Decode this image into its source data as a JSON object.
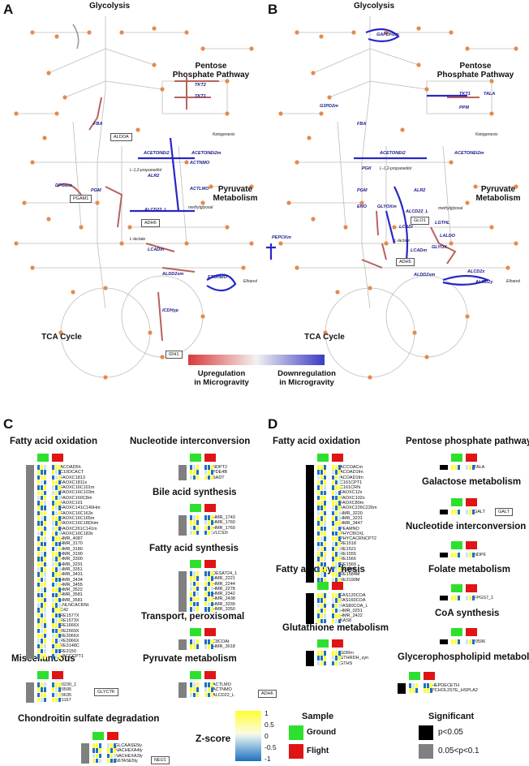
{
  "panels": {
    "A": {
      "letter": "A",
      "titles": {
        "glycolysis": "Glycolysis",
        "ppp": "Pentose\nPhosphate Pathway",
        "pyruvate": "Pyruvate\nMetabolism",
        "tca": "TCA Cycle"
      },
      "reactions": [
        "TKT2",
        "TKT1",
        "FBA",
        "ACETONEt2",
        "ACETONEt2m",
        "ACTNMO",
        "ALR2",
        "ACTLMO",
        "DPGase",
        "PGM",
        "ALCD22_L",
        "LCADm",
        "ALDD2xm",
        "FTOHMO",
        "ICDHyp"
      ],
      "gene_boxes": [
        "ALDOA",
        "PGAM1",
        "ADH6",
        "IDH1"
      ],
      "notes": [
        "Ketogenesis",
        "L-1,2-propanediol",
        "methylglyoxal",
        "L-lactate",
        "Ethanol"
      ],
      "legend": {
        "up": "Upregulation\nin Microgravity",
        "down": "Downregulation\nin Microgravity",
        "colors": {
          "up": "#d93a3a",
          "down": "#3b3bc4"
        }
      }
    },
    "B": {
      "letter": "B",
      "titles": {
        "glycolysis": "Glycolysis",
        "ppp": "Pentose\nPhosphate Pathway",
        "pyruvate": "Pyruvate\nMetabolism",
        "tca": "TCA Cycle"
      },
      "reactions": [
        "GAPD​H2m",
        "TKT1",
        "TALA",
        "PPM",
        "G3PD2m",
        "FBA",
        "ACETONEt2",
        "ACETONEt2m",
        "PGK",
        "ALR2",
        "PGM",
        "ENO",
        "GLYOXm",
        "ALCD22_L",
        "LGTHL",
        "LCADi",
        "LALDO",
        "GLYOX",
        "PEPCKm",
        "LCADm",
        "ALDD2xm",
        "ALCD2x",
        "ALCD2y"
      ],
      "gene_boxes": [
        "GLO1",
        "ADH5"
      ],
      "notes": [
        "Ketogenesis",
        "L-1,2-propanediol",
        "methylglyoxal",
        "L-lactate",
        "Ethanol"
      ]
    },
    "C": {
      "letter": "C",
      "sections": [
        {
          "title": "Fatty acid oxidation",
          "rows": [
            "ACOAD5h",
            "C10DCACT",
            "FAOXC1813",
            "FAOXC1811x",
            "FAOXC16C101m",
            "FAOXC16C103m",
            "FAOXC160C8m",
            "FAOXC101",
            "FAOXC141C140Hm",
            "FAOXC16C163x",
            "FAOXC16C165m",
            "FAOXC16C18DHm",
            "FAOXC261C141m",
            "FAOXC16C183x",
            "HMR_4087",
            "HMR_3170",
            "HMR_3180",
            "HMR_3190",
            "HMR_3300",
            "HMR_3291",
            "HMR_3351",
            "HMR_3431",
            "HMR_3434",
            "HMR_3455",
            "HMR_3522",
            "HMR_3581",
            "HMR_3581",
            "LNLNCACRNt",
            "C42",
            "RE1577X",
            "RE1573X",
            "RE1666X",
            "RE2669X",
            "RE3066X",
            "RE3066X",
            "RE3148C",
            "RE3150",
            "VACCCPT1"
          ]
        },
        {
          "title": "Nucleotide interconversion",
          "rows": [
            "NDPT2",
            "PDE4B",
            "SADT"
          ]
        },
        {
          "title": "Bile acid synthesis",
          "rows": [
            "HMR_1743",
            "HMR_1760",
            "HMR_1760",
            "VLCS2r"
          ]
        },
        {
          "title": "Fatty acid synthesis",
          "rows": [
            "DESAT24_1",
            "HMR_2221",
            "HMR_2244",
            "HMR_2278",
            "HMR_2342",
            "HMR_2438",
            "HMR_3339",
            "HMR_3350"
          ]
        },
        {
          "title": "Transport, peroxisomal",
          "rows": [
            "C8COAt",
            "HMR_3018"
          ]
        },
        {
          "title": "Pyruvate metabolism",
          "rows": [
            "ACTLMO",
            "ACTNMO",
            "ALCD22_L"
          ],
          "gene_box": "ADH6"
        },
        {
          "title": "Miscellaneous",
          "rows": [
            "r0230_1",
            "r0595",
            "r0635",
            "r1167"
          ],
          "gene_box": "GLYCTK"
        },
        {
          "title": "Chondroitin sulfate degradation",
          "rows": [
            "GLCAASE5ly",
            "NACHEXA4ly",
            "NACHEXA3ly",
            "S6TASE5ly"
          ],
          "gene_box": "NEU1"
        }
      ]
    },
    "D": {
      "letter": "D",
      "sections": [
        {
          "title": "Fatty acid oxidation",
          "rows": [
            "ACCOACm",
            "ACOAD1fm",
            "ACOAD1fm",
            "C161CPT1",
            "C161CRN",
            "FAOXC12x",
            "FAOXC102x",
            "FAOXC80m",
            "FAOXC226C226m",
            "HMR_3220",
            "HMR_3231",
            "HMR_3447",
            "PEAMNO",
            "PHYCBOXL",
            "PHYCACRNCPT2",
            "RE1518",
            "RE1521",
            "RE1555",
            "RE1566",
            "RE1569",
            "RE1586",
            "RE1584M",
            "RE3190M"
          ]
        },
        {
          "title": "Fatty acid synthesis",
          "rows": [
            "FAS120COA",
            "FAS160COA",
            "FAS80COA_L",
            "HMR_0251",
            "HMR_2422",
            "KAS8"
          ]
        },
        {
          "title": "Glutathione metabolism",
          "rows": [
            "GDRm",
            "GTHRDH_syn",
            "GTHS"
          ]
        },
        {
          "title": "Pentose phosphate pathway",
          "rows": [
            "TALA"
          ]
        },
        {
          "title": "Galactose metabolism",
          "rows": [
            "GALT"
          ],
          "gene_box": "GALT"
        },
        {
          "title": "Nucleotide interconversion",
          "rows": [
            "NDP6"
          ]
        },
        {
          "title": "Folate metabolism",
          "rows": [
            "FPGS7_1"
          ]
        },
        {
          "title": "CoA synthesis",
          "rows": [
            "r0596"
          ]
        },
        {
          "title": "Glycerophospholipid metabolism",
          "rows": [
            "HEPDECETH",
            "PCHOL2STE_HSPLA2"
          ]
        }
      ]
    }
  },
  "legend": {
    "zscore_label": "Z-score",
    "ticks": [
      "1",
      "0.5",
      "0",
      "-0.5",
      "-1"
    ],
    "sample_title": "Sample",
    "ground": "Ground",
    "flight": "Flight",
    "significant_title": "Significant",
    "p1": "p<0.05",
    "p2": "0.05<p<0.1",
    "colors": {
      "ground": "#2ee02e",
      "flight": "#e01414",
      "sig1": "#000000",
      "sig2": "#808080",
      "z_high": "#ffff33",
      "z_mid": "#cfe6ee",
      "z_low": "#1f6fbf"
    }
  }
}
